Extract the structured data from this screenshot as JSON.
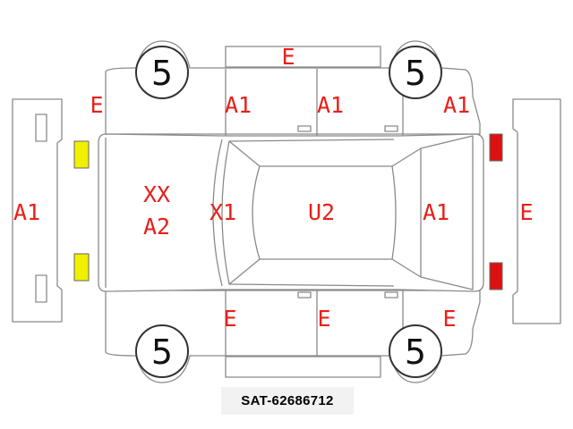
{
  "colors": {
    "code_text": "#e8201a",
    "outline": "#8a8a8a",
    "yellow_light": "#f0f000",
    "red_light": "#dd1111"
  },
  "tires": {
    "front_left": "5",
    "rear_left": "5",
    "front_right": "5",
    "rear_right": "5"
  },
  "codes": {
    "front_bumper": "A1",
    "hood_line1": "XX",
    "hood_line2": "A2",
    "windshield": "X1",
    "roof": "U2",
    "rear_window": "A1",
    "rear_bumper": "E",
    "top_front_fender": "E",
    "top_front_door": "A1",
    "top_rear_door": "A1",
    "top_rear_fender": "A1",
    "top_rocker": "E",
    "bottom_front_door": "E",
    "bottom_rear_door": "E",
    "bottom_rear_fender": "E"
  },
  "lights": {
    "front": "yellow",
    "rear": "red"
  },
  "footer_id": "SAT-62686712"
}
